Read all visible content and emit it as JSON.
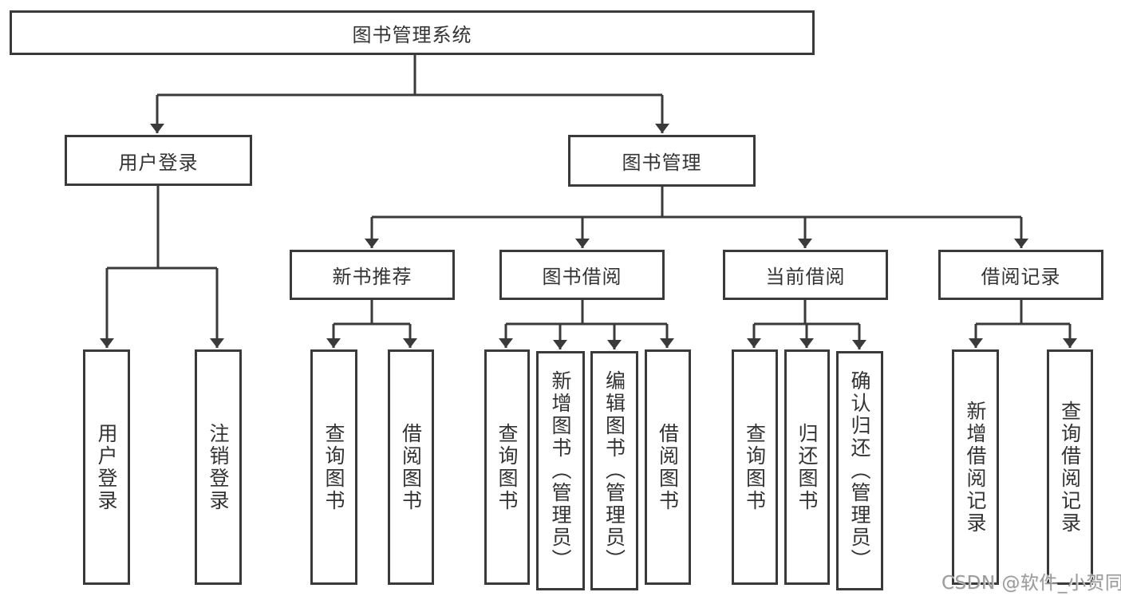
{
  "diagram_type": "hierarchy-tree",
  "colors": {
    "background": "#ffffff",
    "line_and_border": "#3a3a3a",
    "node_text": "#333333",
    "watermark_text": "#9b9b9b"
  },
  "tree": {
    "label": "图书管理系统",
    "children": [
      {
        "label": "用户登录",
        "children": [
          {
            "label": "用户登录"
          },
          {
            "label": "注销登录"
          }
        ]
      },
      {
        "label": "图书管理",
        "children": [
          {
            "label": "新书推荐",
            "children": [
              {
                "label": "查询图书"
              },
              {
                "label": "借阅图书"
              }
            ]
          },
          {
            "label": "图书借阅",
            "children": [
              {
                "label": "查询图书"
              },
              {
                "label": "新增图书（管理员）"
              },
              {
                "label": "编辑图书（管理员）"
              },
              {
                "label": "借阅图书"
              }
            ]
          },
          {
            "label": "当前借阅",
            "children": [
              {
                "label": "查询图书"
              },
              {
                "label": "归还图书"
              },
              {
                "label": "确认归还（管理员）"
              }
            ]
          },
          {
            "label": "借阅记录",
            "children": [
              {
                "label": "新增借阅记录"
              },
              {
                "label": "查询借阅记录"
              }
            ]
          }
        ]
      }
    ]
  },
  "watermark": {
    "text": "CSDN @软件_小贺同学"
  }
}
